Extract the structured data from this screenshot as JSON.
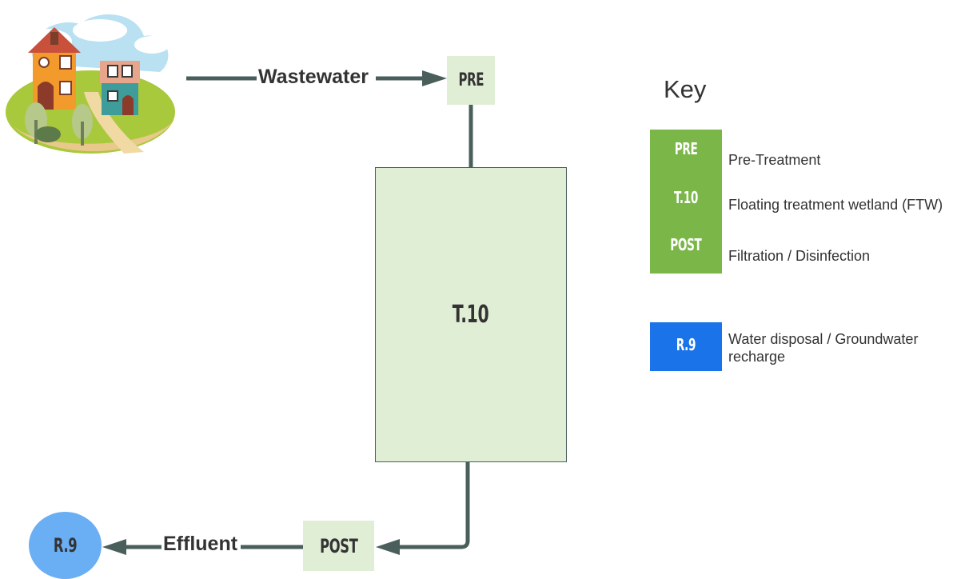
{
  "diagram": {
    "colors": {
      "stage_fill": "#e1eed6",
      "connector": "#4a5f5c",
      "key_green": "#7ab648",
      "key_blue": "#1a73e8",
      "reuse_node": "#6aaef4",
      "text": "#333333"
    },
    "source_image": "village-houses-icon",
    "flow": {
      "wastewater_label": "Wastewater",
      "effluent_label": "Effluent"
    },
    "nodes": {
      "pre": "PRE",
      "t10": "T.10",
      "post": "POST",
      "r9": "R.9"
    },
    "edges": [
      {
        "from": "village",
        "to": "PRE",
        "label": "Wastewater"
      },
      {
        "from": "PRE",
        "to": "T.10"
      },
      {
        "from": "T.10",
        "to": "POST"
      },
      {
        "from": "POST",
        "to": "R.9",
        "label": "Effluent"
      }
    ]
  },
  "key": {
    "title": "Key",
    "items": [
      {
        "code": "PRE",
        "label": "Pre-Treatment"
      },
      {
        "code": "T.10",
        "label": "Floating treatment wetland (FTW)"
      },
      {
        "code": "POST",
        "label": "Filtration / Disinfection"
      },
      {
        "code": "R.9",
        "label_line1": "Water disposal / Groundwater",
        "label_line2": "recharge"
      }
    ]
  }
}
